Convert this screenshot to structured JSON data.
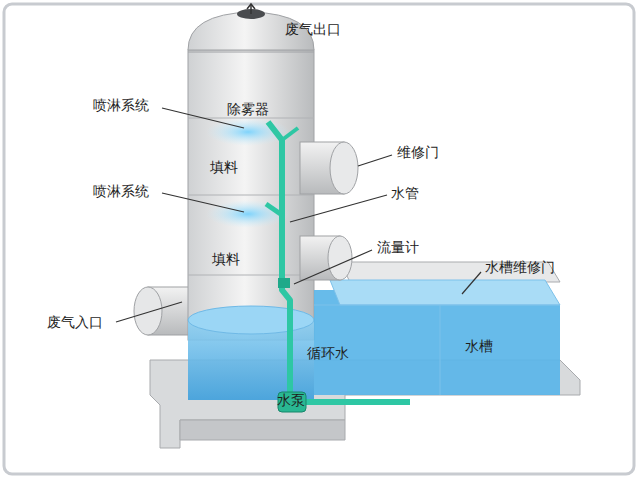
{
  "diagram": {
    "labels": [
      "废气出口",
      "除雾器",
      "喷淋系统",
      "维修门",
      "填料",
      "喷淋系统",
      "水管",
      "填料",
      "流量计",
      "水槽维修门",
      "废气入口",
      "循环水",
      "水槽",
      "水泵"
    ]
  }
}
